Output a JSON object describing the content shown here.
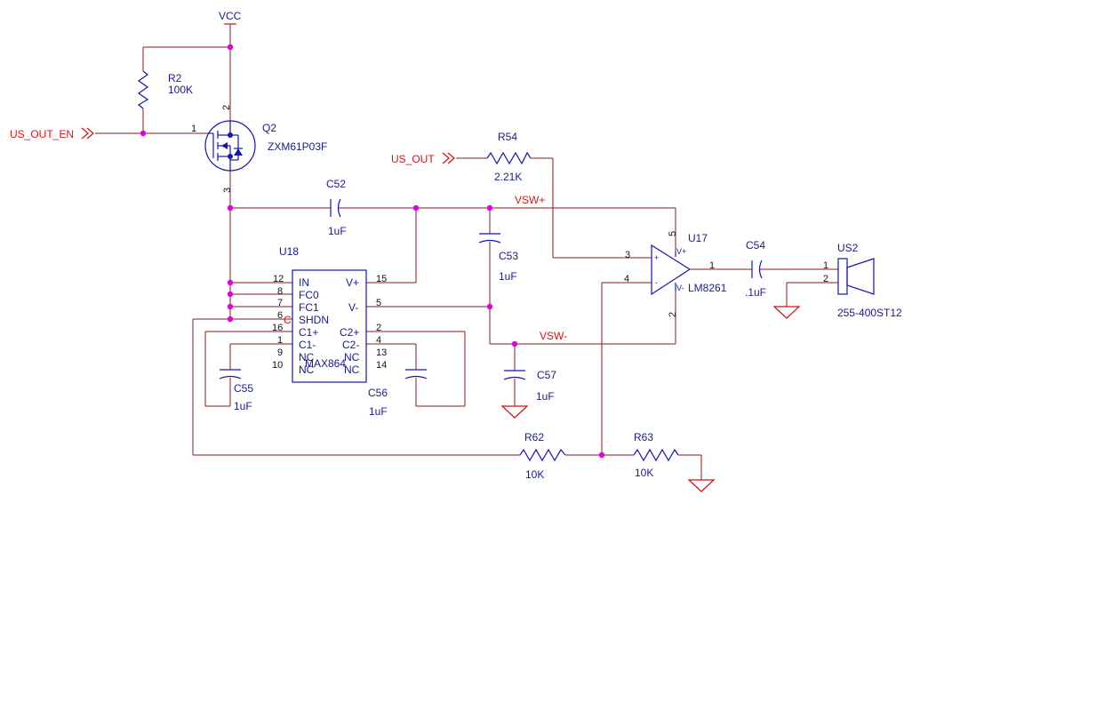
{
  "nets": {
    "vcc": "VCC",
    "us_out_en": "US_OUT_EN",
    "us_out": "US_OUT",
    "vsw_plus": "VSW+",
    "vsw_minus": "VSW-"
  },
  "components": {
    "r2": {
      "ref": "R2",
      "value": "100K"
    },
    "q2": {
      "ref": "Q2",
      "value": "ZXM61P03F",
      "pin_gate": "1",
      "pin_source": "2",
      "pin_drain": "3"
    },
    "r54": {
      "ref": "R54",
      "value": "2.21K"
    },
    "c52": {
      "ref": "C52",
      "value": "1uF"
    },
    "c53": {
      "ref": "C53",
      "value": "1uF"
    },
    "c57": {
      "ref": "C57",
      "value": "1uF"
    },
    "c55": {
      "ref": "C55",
      "value": "1uF"
    },
    "c56": {
      "ref": "C56",
      "value": "1uF"
    },
    "c54": {
      "ref": "C54",
      "value": ".1uF"
    },
    "r62": {
      "ref": "R62",
      "value": "10K"
    },
    "r63": {
      "ref": "R63",
      "value": "10K"
    },
    "u17": {
      "ref": "U17",
      "value": "LM8261",
      "pin_out": "1",
      "pin_inp": "3",
      "pin_inn": "4",
      "pin_vp": "5",
      "pin_vn": "2",
      "label_vp": "V+",
      "label_vn": "V-",
      "label_plus": "+",
      "label_minus": "-"
    },
    "us2": {
      "ref": "US2",
      "value": "255-400ST12",
      "pin1": "1",
      "pin2": "2"
    },
    "u18": {
      "ref": "U18",
      "value": "MAX864",
      "left_pins": [
        {
          "num": "12",
          "name": "IN"
        },
        {
          "num": "8",
          "name": "FC0"
        },
        {
          "num": "7",
          "name": "FC1"
        },
        {
          "num": "6",
          "name": "SHDN"
        },
        {
          "num": "16",
          "name": "C1+"
        },
        {
          "num": "1",
          "name": "C1-"
        },
        {
          "num": "9",
          "name": "NC"
        },
        {
          "num": "10",
          "name": "NC"
        }
      ],
      "right_pins": [
        {
          "num": "15",
          "name": "V+"
        },
        {
          "num": "5",
          "name": "V-"
        },
        {
          "num": "2",
          "name": "C2+"
        },
        {
          "num": "4",
          "name": "C2-"
        },
        {
          "num": "13",
          "name": "NC"
        },
        {
          "num": "14",
          "name": "NC"
        }
      ],
      "stray_char": "C"
    }
  }
}
